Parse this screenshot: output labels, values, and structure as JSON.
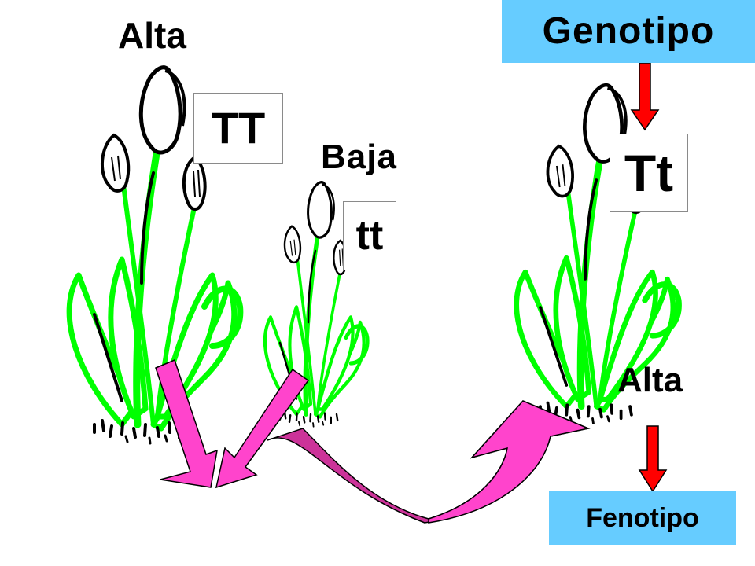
{
  "labels": {
    "parent1_phenotype": "Alta",
    "parent2_phenotype": "Baja",
    "offspring_phenotype": "Alta"
  },
  "genotypes": {
    "parent1": "TT",
    "parent2": "tt",
    "offspring": "Tt"
  },
  "banners": {
    "genotype": "Genotipo",
    "phenotype": "Fenotipo"
  },
  "colors": {
    "banner_bg": "#66ccff",
    "plant_stroke": "#00ff00",
    "arrow_pink": "#ff44cc",
    "arrow_magenta": "#cc3399",
    "arrow_red": "#ff0000"
  }
}
